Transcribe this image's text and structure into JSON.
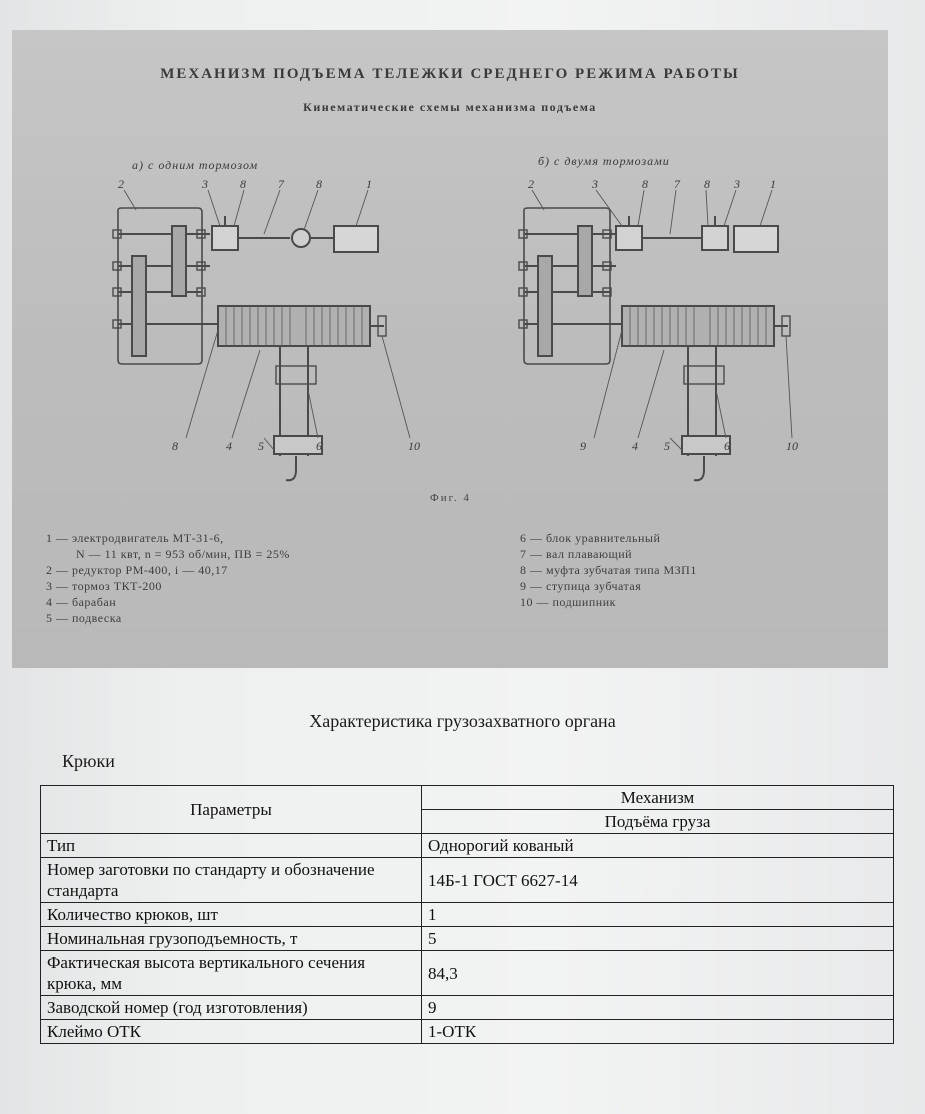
{
  "sheet": {
    "title": "МЕХАНИЗМ ПОДЪЕМА ТЕЛЕЖКИ СРЕДНЕГО РЕЖИМА РАБОТЫ",
    "subtitle": "Кинематические схемы механизма подъема",
    "scheme_a": "а) с одним тормозом",
    "scheme_b": "б) с двумя тормозами",
    "figure": "Фиг. 4",
    "labels_a_top": [
      "2",
      "3",
      "8",
      "7",
      "8",
      "1"
    ],
    "labels_a_bottom": [
      "8",
      "4",
      "5",
      "6",
      "10"
    ],
    "labels_b_top": [
      "2",
      "3",
      "8",
      "7",
      "8",
      "3",
      "1"
    ],
    "labels_b_bottom": [
      "9",
      "4",
      "5",
      "6",
      "10"
    ],
    "legend_left": [
      "1 — электродвигатель МТ-31-6,",
      "N — 11 квт, n = 953 об/мин, ПВ = 25%",
      "2 — редуктор РМ-400, i — 40,17",
      "3 — тормоз ТКТ-200",
      "4 — барабан",
      "5 — подвеска"
    ],
    "legend_right": [
      "6 — блок уравнительный",
      "7 — вал плавающий",
      "8 — муфта зубчатая типа МЗП1",
      "9 — ступица зубчатая",
      "10 — подшипник"
    ]
  },
  "doc": {
    "heading": "Характеристика грузозахватного органа",
    "subheading": "Крюки",
    "table": {
      "header_params": "Параметры",
      "header_mechanism": "Механизм",
      "header_lifting": "Подъёма груза",
      "rows": [
        {
          "param": "Тип",
          "value": "Однорогий кованый"
        },
        {
          "param": "Номер заготовки по стандарту и обозначение стандарта",
          "value": "14Б-1 ГОСТ 6627-14"
        },
        {
          "param": "Количество крюков, шт",
          "value": "1"
        },
        {
          "param": "Номинальная грузоподъемность, т",
          "value": "5"
        },
        {
          "param": "Фактическая высота вертикального сечения крюка, мм",
          "value": "84,3"
        },
        {
          "param": "Заводской номер (год изготовления)",
          "value": "9"
        },
        {
          "param": "Клеймо ОТК",
          "value": "1-ОТК"
        }
      ]
    }
  }
}
